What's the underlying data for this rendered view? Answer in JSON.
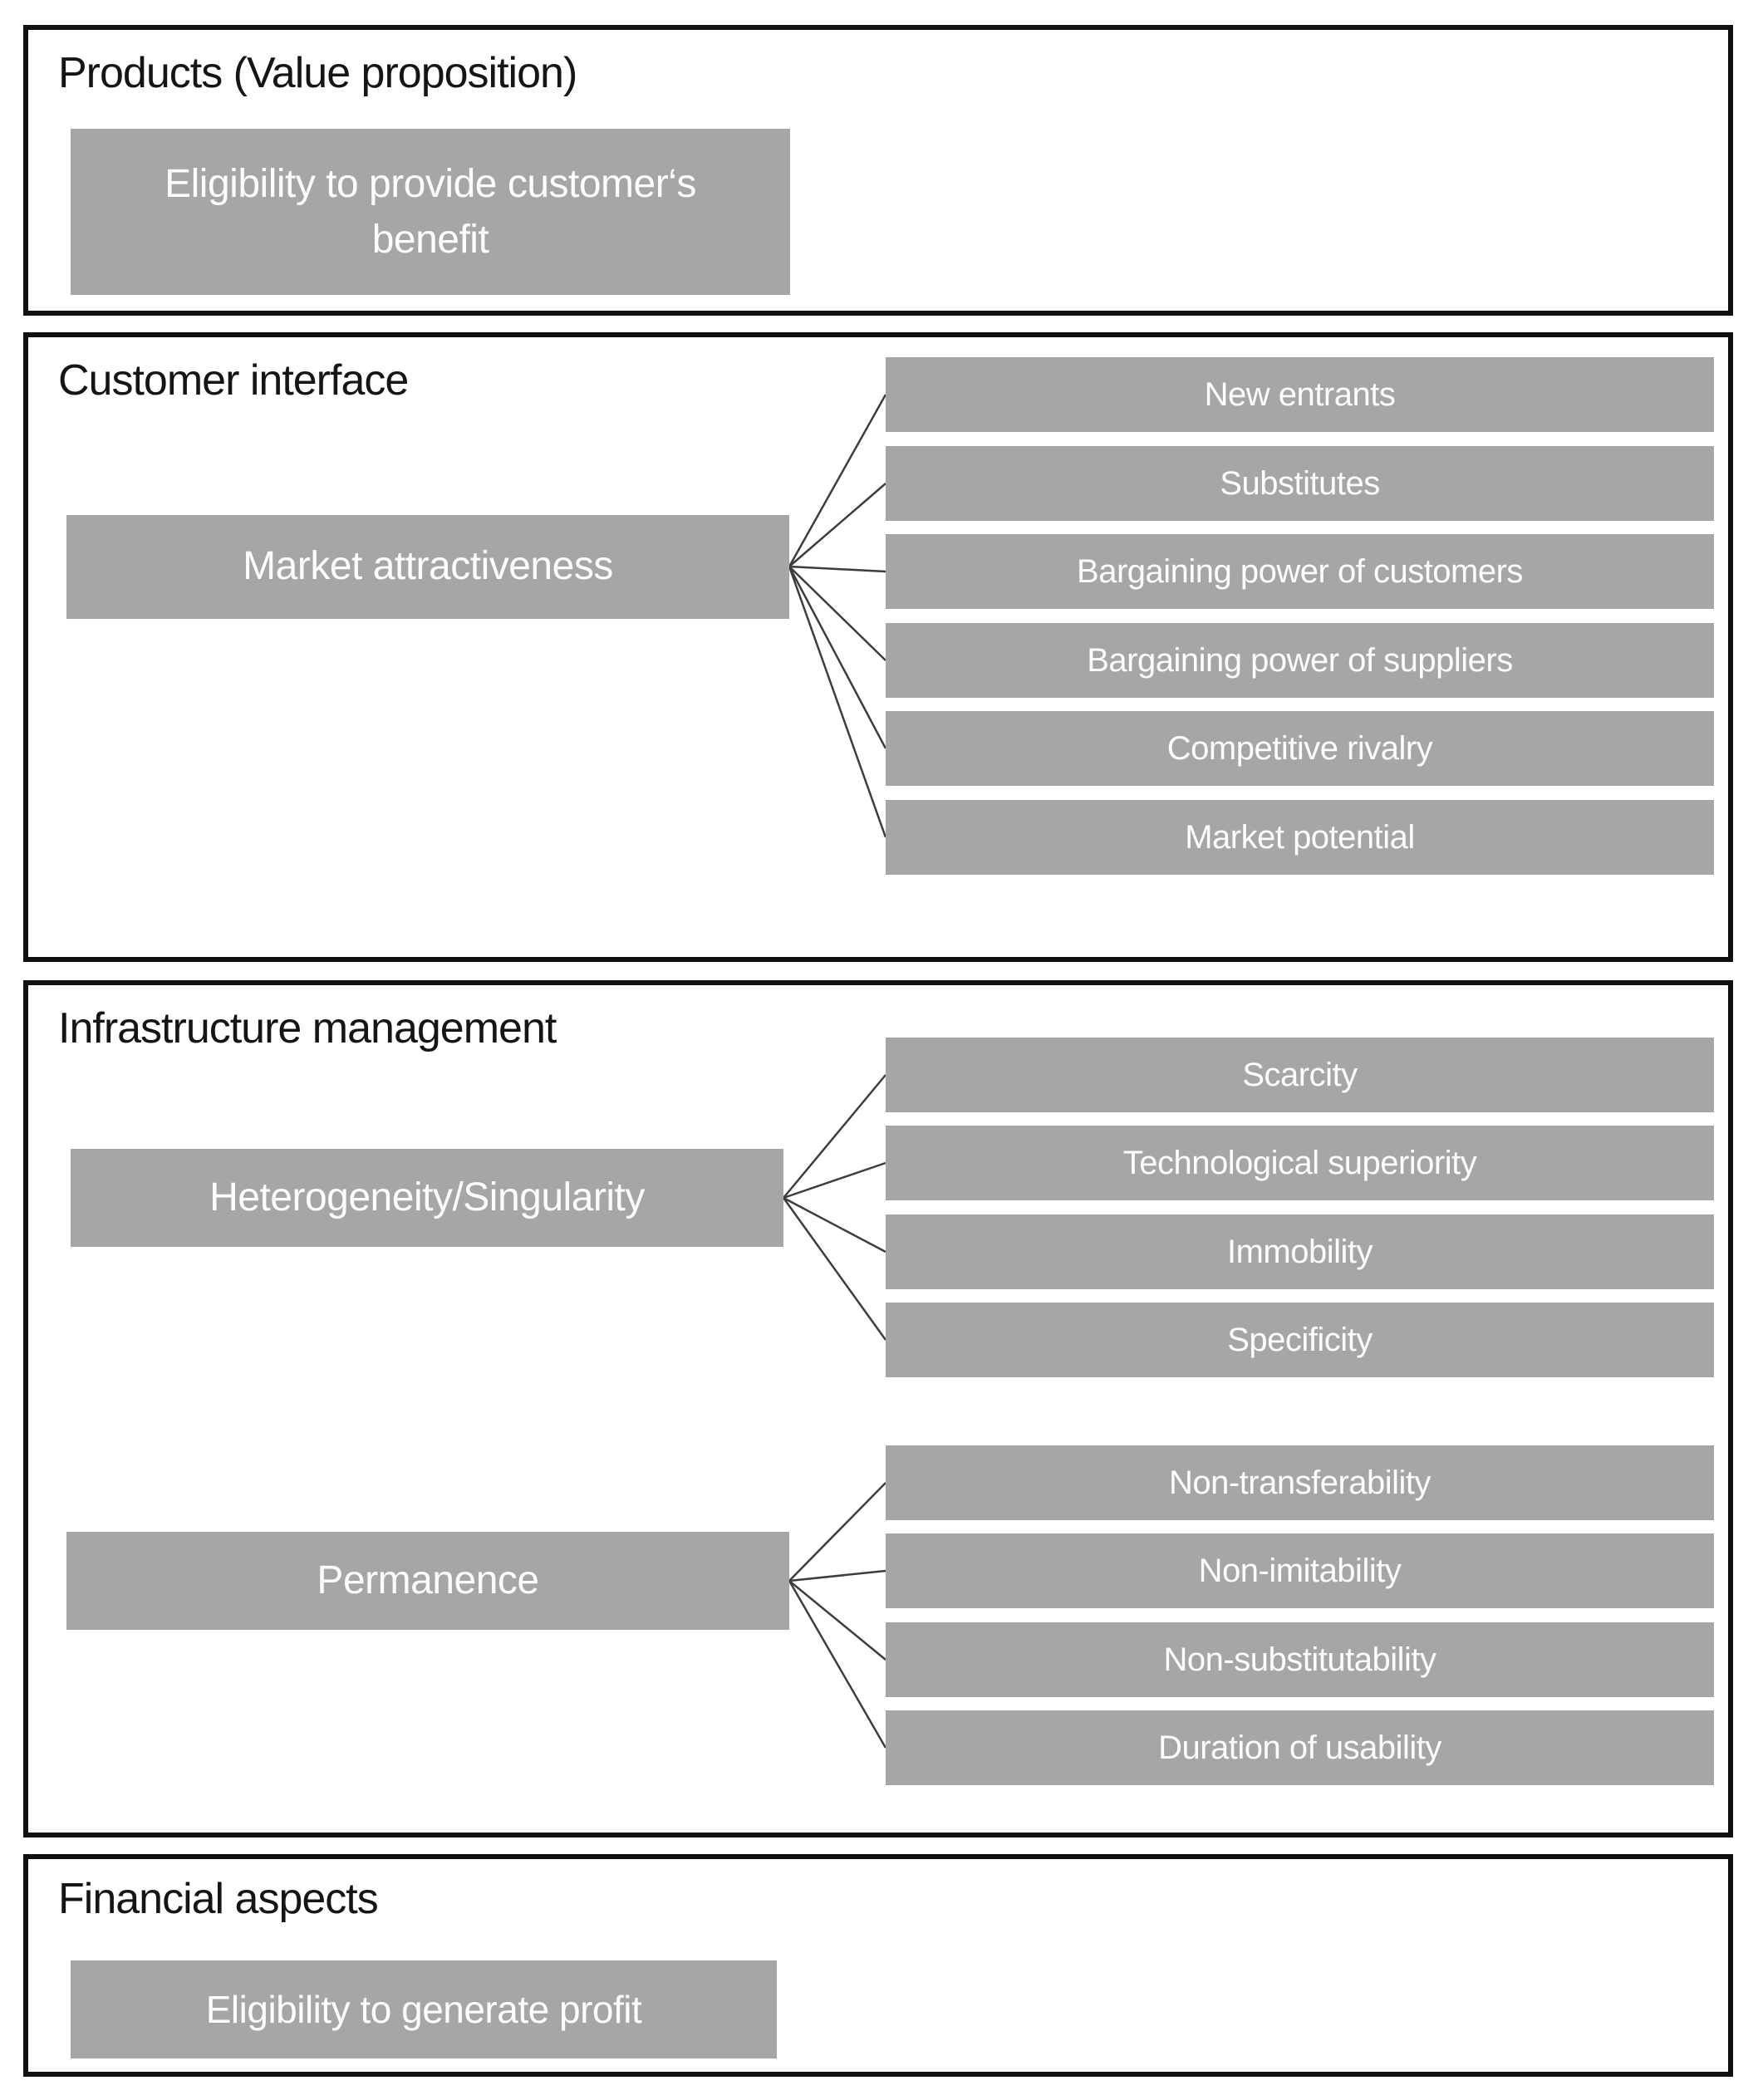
{
  "colors": {
    "box_fill": "#a6a6a6",
    "box_text": "#ffffff",
    "section_border": "#101010",
    "connector_line": "#3d3d3d",
    "heading_text": "#151515"
  },
  "sections": [
    {
      "id": "products",
      "title": "Products (Value proposition)",
      "boxes": [
        {
          "label": "Eligibility to provide customer‘s benefit"
        }
      ]
    },
    {
      "id": "customer-interface",
      "title": "Customer interface",
      "groups": [
        {
          "source": "Market attractiveness",
          "targets": [
            "New entrants",
            "Substitutes",
            "Bargaining power of customers",
            "Bargaining power of suppliers",
            "Competitive rivalry",
            "Market potential"
          ]
        }
      ]
    },
    {
      "id": "infrastructure-management",
      "title": "Infrastructure management",
      "groups": [
        {
          "source": "Heterogeneity/Singularity",
          "targets": [
            "Scarcity",
            "Technological superiority",
            "Immobility",
            "Specificity"
          ]
        },
        {
          "source": "Permanence",
          "targets": [
            "Non-transferability",
            "Non-imitability",
            "Non-substitutability",
            "Duration of usability"
          ]
        }
      ]
    },
    {
      "id": "financial-aspects",
      "title": "Financial aspects",
      "boxes": [
        {
          "label": "Eligibility to generate profit"
        }
      ]
    }
  ]
}
